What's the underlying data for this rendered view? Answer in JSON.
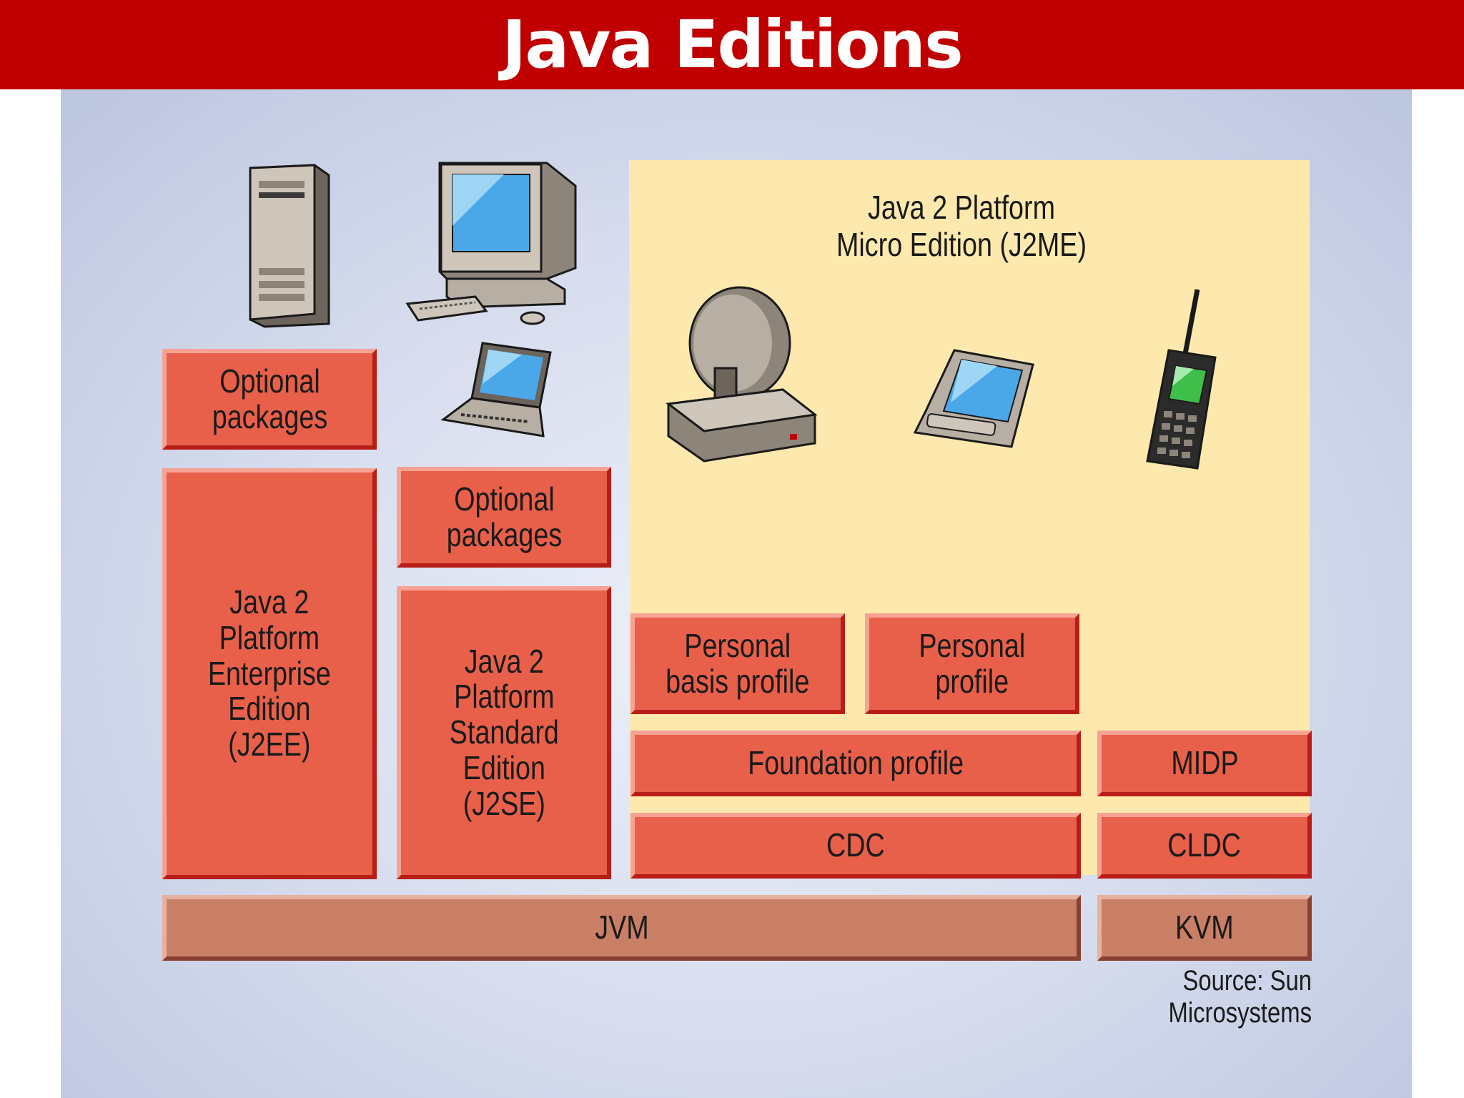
{
  "title": "Java Editions",
  "diagram": {
    "j2me_heading": "Java 2 Platform\nMicro Edition (J2ME)",
    "blocks": {
      "j2ee_optional": "Optional\npackages",
      "j2ee": "Java 2\nPlatform\nEnterprise\nEdition\n(J2EE)",
      "j2se_optional": "Optional\npackages",
      "j2se": "Java 2\nPlatform\nStandard\nEdition\n(J2SE)",
      "personal_basis": "Personal\nbasis profile",
      "personal": "Personal\nprofile",
      "foundation": "Foundation profile",
      "midp": "MIDP",
      "cdc": "CDC",
      "cldc": "CLDC",
      "jvm": "JVM",
      "kvm": "KVM"
    },
    "source": "Source: Sun Microsystems",
    "icons": [
      "server-tower-icon",
      "desktop-computer-icon",
      "laptop-icon",
      "set-top-box-icon",
      "pda-icon",
      "mobile-phone-icon"
    ],
    "colors": {
      "title_bar": "#c00000",
      "block": "#e8604a",
      "vm_block": "#c97f66",
      "j2me_region": "#fde9ad"
    }
  }
}
